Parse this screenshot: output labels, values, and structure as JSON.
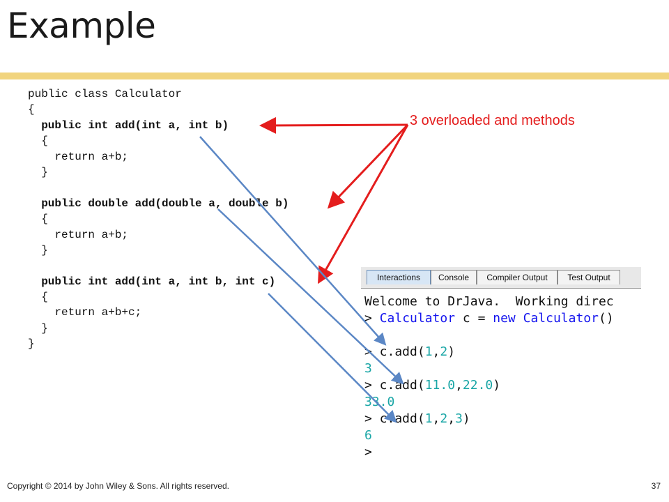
{
  "slide": {
    "title": "Example"
  },
  "code": {
    "lines": [
      {
        "text": "public class Calculator",
        "bold": false
      },
      {
        "text": "{",
        "bold": false
      },
      {
        "text": "  public int add(int a, int b)",
        "bold": true
      },
      {
        "text": "  {",
        "bold": false
      },
      {
        "text": "    return a+b;",
        "bold": false
      },
      {
        "text": "  }",
        "bold": false
      },
      {
        "text": "",
        "bold": false
      },
      {
        "text": "  public double add(double a, double b)",
        "bold": true
      },
      {
        "text": "  {",
        "bold": false
      },
      {
        "text": "    return a+b;",
        "bold": false
      },
      {
        "text": "  }",
        "bold": false
      },
      {
        "text": "",
        "bold": false
      },
      {
        "text": "  public int add(int a, int b, int c)",
        "bold": true
      },
      {
        "text": "  {",
        "bold": false
      },
      {
        "text": "    return a+b+c;",
        "bold": false
      },
      {
        "text": "  }",
        "bold": false
      },
      {
        "text": "}",
        "bold": false
      }
    ]
  },
  "annotation": {
    "text": "3 overloaded and methods",
    "color": "#e41d1d"
  },
  "console": {
    "tabs": [
      "Interactions",
      "Console",
      "Compiler Output",
      "Test Output"
    ],
    "active_tab": "Interactions",
    "lines": [
      [
        {
          "t": "Welcome to DrJava.  Working direc",
          "c": "plain"
        }
      ],
      [
        {
          "t": "> ",
          "c": "plain"
        },
        {
          "t": "Calculator",
          "c": "kw"
        },
        {
          "t": " c = ",
          "c": "plain"
        },
        {
          "t": "new",
          "c": "kw"
        },
        {
          "t": " ",
          "c": "plain"
        },
        {
          "t": "Calculator",
          "c": "kw"
        },
        {
          "t": "()",
          "c": "plain"
        }
      ],
      [],
      [
        {
          "t": "> c.add(",
          "c": "plain"
        },
        {
          "t": "1",
          "c": "num"
        },
        {
          "t": ",",
          "c": "plain"
        },
        {
          "t": "2",
          "c": "num"
        },
        {
          "t": ")",
          "c": "plain"
        }
      ],
      [
        {
          "t": "3",
          "c": "num"
        }
      ],
      [
        {
          "t": "> c.add(",
          "c": "plain"
        },
        {
          "t": "11.0",
          "c": "num"
        },
        {
          "t": ",",
          "c": "plain"
        },
        {
          "t": "22.0",
          "c": "num"
        },
        {
          "t": ")",
          "c": "plain"
        }
      ],
      [
        {
          "t": "33.0",
          "c": "num"
        }
      ],
      [
        {
          "t": "> c.add(",
          "c": "plain"
        },
        {
          "t": "1",
          "c": "num"
        },
        {
          "t": ",",
          "c": "plain"
        },
        {
          "t": "2",
          "c": "num"
        },
        {
          "t": ",",
          "c": "plain"
        },
        {
          "t": "3",
          "c": "num"
        },
        {
          "t": ")",
          "c": "plain"
        }
      ],
      [
        {
          "t": "6",
          "c": "num"
        }
      ],
      [
        {
          "t": ">",
          "c": "plain"
        }
      ]
    ]
  },
  "colors": {
    "accent_bar": "#f1d47e",
    "arrow_red": "#e41d1d",
    "arrow_blue": "#5b87c5",
    "keyword": "#1515ee",
    "number": "#1aa6a6"
  },
  "footer": {
    "copyright": "Copyright © 2014 by John Wiley & Sons.  All rights reserved.",
    "page_number": "37"
  }
}
